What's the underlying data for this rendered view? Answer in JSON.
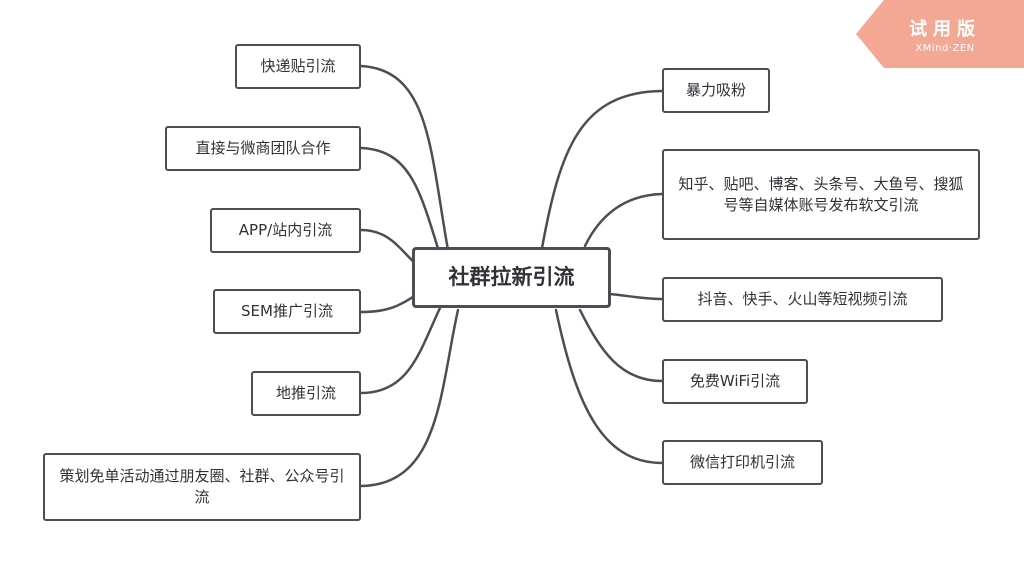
{
  "center": {
    "label": "社群拉新引流"
  },
  "left_branches": [
    {
      "label": "快递贴引流"
    },
    {
      "label": "直接与微商团队合作"
    },
    {
      "label": "APP/站内引流"
    },
    {
      "label": "SEM推广引流"
    },
    {
      "label": "地推引流"
    },
    {
      "label": "策划免单活动通过朋友圈、社群、公众号引流"
    }
  ],
  "right_branches": [
    {
      "label": "暴力吸粉"
    },
    {
      "label": "知乎、贴吧、博客、头条号、大鱼号、搜狐号等自媒体账号发布软文引流"
    },
    {
      "label": "抖音、快手、火山等短视频引流"
    },
    {
      "label": "免费WiFi引流"
    },
    {
      "label": "微信打印机引流"
    }
  ],
  "watermark": {
    "title": "试用版",
    "subtitle": "XMind·ZEN",
    "color": "#f4a792"
  },
  "colors": {
    "line": "#4a4e55",
    "border": "#4a4e55",
    "text": "#2f3237"
  }
}
